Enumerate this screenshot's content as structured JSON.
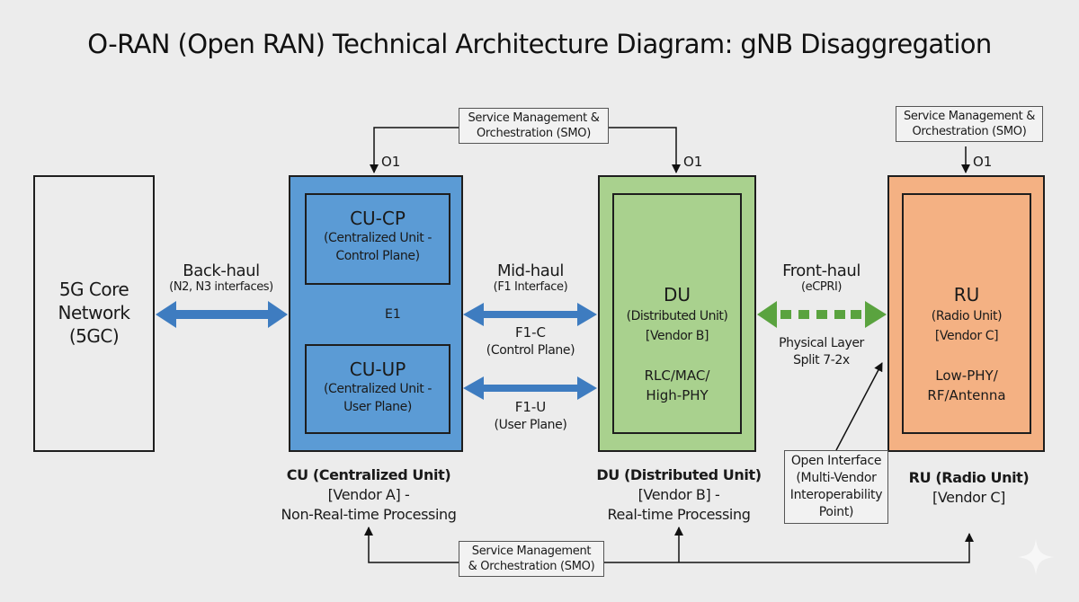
{
  "title": "O-RAN (Open RAN) Technical Architecture Diagram: gNB Disaggregation",
  "colors": {
    "background": "#ececec",
    "cu": "#5b9bd5",
    "du": "#a9d18e",
    "ru": "#f4b183",
    "blue_arrow": "#3e7cc0",
    "green_arrow": "#5aa33f"
  },
  "core": {
    "lines": [
      "5G Core",
      "Network",
      "(5GC)"
    ]
  },
  "backhaul": {
    "label": "Back-haul",
    "sub": "(N2, N3 interfaces)"
  },
  "cu": {
    "cp": {
      "title": "CU-CP",
      "lines": [
        "(Centralized Unit -",
        "Control Plane)"
      ]
    },
    "up": {
      "title": "CU-UP",
      "lines": [
        "(Centralized Unit -",
        "User Plane)"
      ]
    },
    "e1": "E1",
    "o1": "O1",
    "caption": {
      "title": "CU (Centralized Unit)",
      "lines": [
        "[Vendor A] -",
        "Non-Real-time Processing"
      ]
    }
  },
  "midhaul": {
    "label": "Mid-haul",
    "sub": "(F1 Interface)",
    "f1c": "F1-C",
    "f1c_sub": "(Control Plane)",
    "f1u": "F1-U",
    "f1u_sub": "(User Plane)"
  },
  "du": {
    "title": "DU",
    "lines": [
      "(Distributed Unit)",
      "[Vendor B]"
    ],
    "layers": [
      "RLC/MAC/",
      "High-PHY"
    ],
    "o1": "O1",
    "caption": {
      "title": "DU (Distributed Unit)",
      "lines": [
        "[Vendor B] -",
        "Real-time Processing"
      ]
    }
  },
  "fronthaul": {
    "label": "Front-haul",
    "sub": "(eCPRI)",
    "split": [
      "Physical Layer",
      "Split 7-2x"
    ]
  },
  "ru": {
    "title": "RU",
    "lines": [
      "(Radio Unit)",
      "[Vendor C]"
    ],
    "layers": [
      "Low-PHY/",
      "RF/Antenna"
    ],
    "o1": "O1",
    "caption": {
      "title": "RU (Radio Unit)",
      "lines": [
        "[Vendor C]"
      ]
    }
  },
  "smo_top_center": [
    "Service Management &",
    "Orchestration (SMO)"
  ],
  "smo_top_right": [
    "Service Management &",
    "Orchestration (SMO)"
  ],
  "smo_bottom": [
    "Service Management",
    "& Orchestration (SMO)"
  ],
  "open_interface": [
    "Open Interface",
    "(Multi-Vendor",
    "Interoperability",
    "Point)"
  ]
}
